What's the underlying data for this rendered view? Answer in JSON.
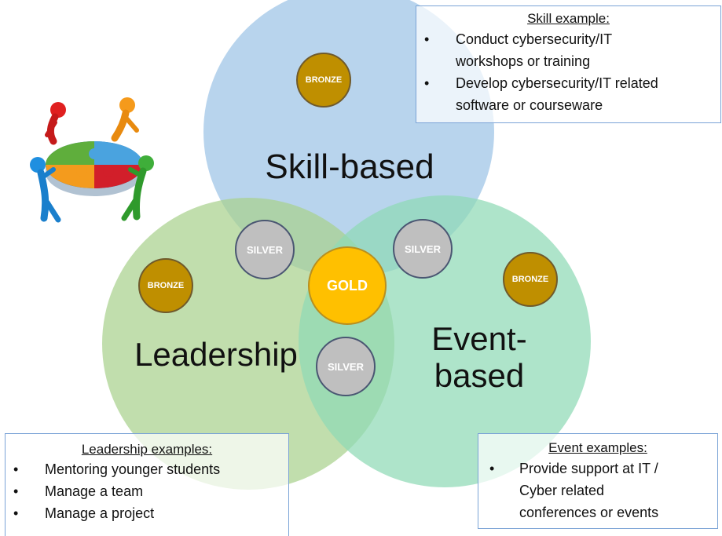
{
  "circles": {
    "skill": {
      "label": "Skill-based",
      "color": "#9dc3e6"
    },
    "leadership": {
      "label": "Leadership",
      "color": "#a9d18e"
    },
    "event": {
      "label_line1": "Event-",
      "label_line2": "based",
      "color": "#8fd9b6"
    }
  },
  "medals": {
    "bronze_label": "BRONZE",
    "silver_label": "SILVER",
    "gold_label": "GOLD",
    "bronze_color": "#bf8f00",
    "silver_color": "#bfbfbf",
    "gold_color": "#ffc000"
  },
  "skill_box": {
    "title": "Skill example:",
    "items": [
      {
        "line1": "Conduct cybersecurity/IT",
        "line2": "workshops or training"
      },
      {
        "line1": "Develop cybersecurity/IT related",
        "line2": "software or courseware"
      }
    ]
  },
  "leadership_box": {
    "title": "Leadership examples:",
    "items": [
      "Mentoring  younger students",
      "Manage a team",
      "Manage a project"
    ]
  },
  "event_box": {
    "title": "Event examples:",
    "items": [
      {
        "line1": "Provide support at IT /",
        "line2": "Cyber related",
        "line3": "conferences or events"
      }
    ]
  },
  "bullet": "•",
  "clipart": {
    "icon": "teamwork-puzzle-people-icon"
  }
}
